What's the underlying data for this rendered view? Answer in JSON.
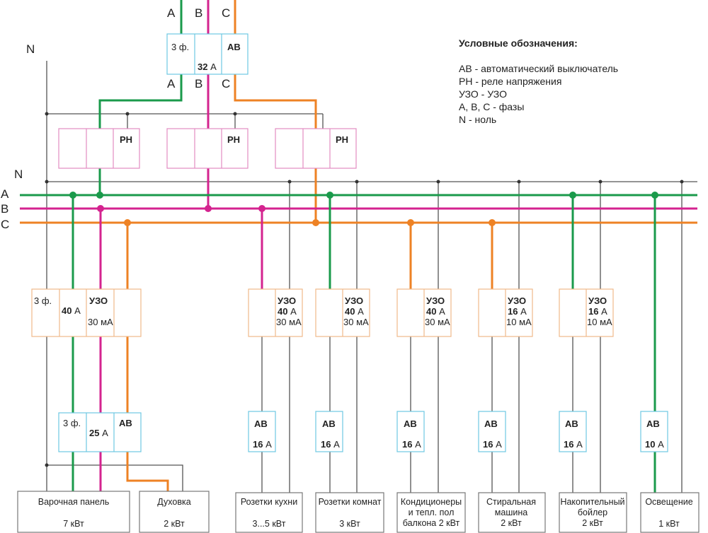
{
  "colors": {
    "phase_a": "#1a9a4b",
    "phase_b": "#d4238f",
    "phase_c": "#ee8224",
    "neutral": "#555555",
    "box_pink": "#e28cc2",
    "box_orange": "#f0b98a",
    "box_cyan": "#6ec8e2",
    "box_gray": "#777777"
  },
  "legend": {
    "title": "Условные обозначения:",
    "items": [
      "АВ - автоматический выключатель",
      "РН - реле напряжения",
      "УЗО - УЗО",
      "A, B, C - фазы",
      "N - ноль"
    ]
  },
  "inputs": {
    "top_phases": [
      "A",
      "B",
      "C"
    ],
    "neutral_top": "N"
  },
  "main_breaker": {
    "poles": "3 ф.",
    "rating": "32",
    "unit": "А",
    "type": "АВ",
    "out_phases": [
      "A",
      "B",
      "C"
    ]
  },
  "relay_label": "РН",
  "bus_labels": [
    "N",
    "A",
    "B",
    "C"
  ],
  "rcd": [
    {
      "poles": "3 ф.",
      "rating": "40",
      "type": "УЗО",
      "leak": "30 мА"
    },
    {
      "type": "УЗО",
      "rating": "40",
      "leak": "30 мА"
    },
    {
      "type": "УЗО",
      "rating": "40",
      "leak": "30 мА"
    },
    {
      "type": "УЗО",
      "rating": "40",
      "leak": "30 мА"
    },
    {
      "type": "УЗО",
      "rating": "16",
      "leak": "10 мА"
    },
    {
      "type": "УЗО",
      "rating": "16",
      "leak": "10 мА"
    }
  ],
  "unit_a": "А",
  "stove_breaker": {
    "poles": "3 ф.",
    "rating": "25",
    "type": "АВ"
  },
  "breakers": [
    {
      "type": "АВ",
      "rating": "16"
    },
    {
      "type": "АВ",
      "rating": "16"
    },
    {
      "type": "АВ",
      "rating": "16"
    },
    {
      "type": "АВ",
      "rating": "16"
    },
    {
      "type": "АВ",
      "rating": "16"
    },
    {
      "type": "АВ",
      "rating": "10"
    }
  ],
  "loads": [
    {
      "lines": [
        "Варочная панель"
      ],
      "power": "7 кВт"
    },
    {
      "lines": [
        "Духовка"
      ],
      "power": "2 кВт"
    },
    {
      "lines": [
        "Розетки кухни"
      ],
      "power": "3...5 кВт"
    },
    {
      "lines": [
        "Розетки комнат"
      ],
      "power": "3 кВт"
    },
    {
      "lines": [
        "Кондиционеры",
        "и тепл. пол",
        "балкона 2 кВт"
      ],
      "power": ""
    },
    {
      "lines": [
        "Стиральная",
        "машина"
      ],
      "power": "2 кВт"
    },
    {
      "lines": [
        "Накопительный",
        "бойлер"
      ],
      "power": "2 кВт"
    },
    {
      "lines": [
        "Освещение"
      ],
      "power": "1 кВт"
    }
  ]
}
